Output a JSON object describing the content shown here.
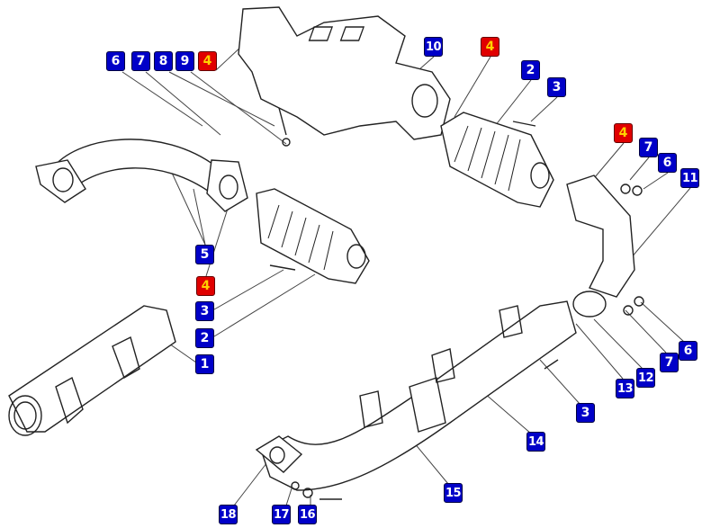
{
  "colors": {
    "callout_blue": "#0000c8",
    "callout_red": "#e00000",
    "callout_red_text": "#ffd200"
  },
  "callouts": [
    {
      "label": "6",
      "color": "blue"
    },
    {
      "label": "7",
      "color": "blue"
    },
    {
      "label": "8",
      "color": "blue"
    },
    {
      "label": "9",
      "color": "blue"
    },
    {
      "label": "4",
      "color": "red"
    },
    {
      "label": "10",
      "color": "blue"
    },
    {
      "label": "4",
      "color": "red"
    },
    {
      "label": "2",
      "color": "blue"
    },
    {
      "label": "3",
      "color": "blue"
    },
    {
      "label": "4",
      "color": "red"
    },
    {
      "label": "7",
      "color": "blue"
    },
    {
      "label": "6",
      "color": "blue"
    },
    {
      "label": "11",
      "color": "blue"
    },
    {
      "label": "5",
      "color": "blue"
    },
    {
      "label": "4",
      "color": "red"
    },
    {
      "label": "3",
      "color": "blue"
    },
    {
      "label": "2",
      "color": "blue"
    },
    {
      "label": "1",
      "color": "blue"
    },
    {
      "label": "6",
      "color": "blue"
    },
    {
      "label": "7",
      "color": "blue"
    },
    {
      "label": "12",
      "color": "blue"
    },
    {
      "label": "13",
      "color": "blue"
    },
    {
      "label": "3",
      "color": "blue"
    },
    {
      "label": "14",
      "color": "blue"
    },
    {
      "label": "15",
      "color": "blue"
    },
    {
      "label": "18",
      "color": "blue"
    },
    {
      "label": "17",
      "color": "blue"
    },
    {
      "label": "16",
      "color": "blue"
    }
  ]
}
